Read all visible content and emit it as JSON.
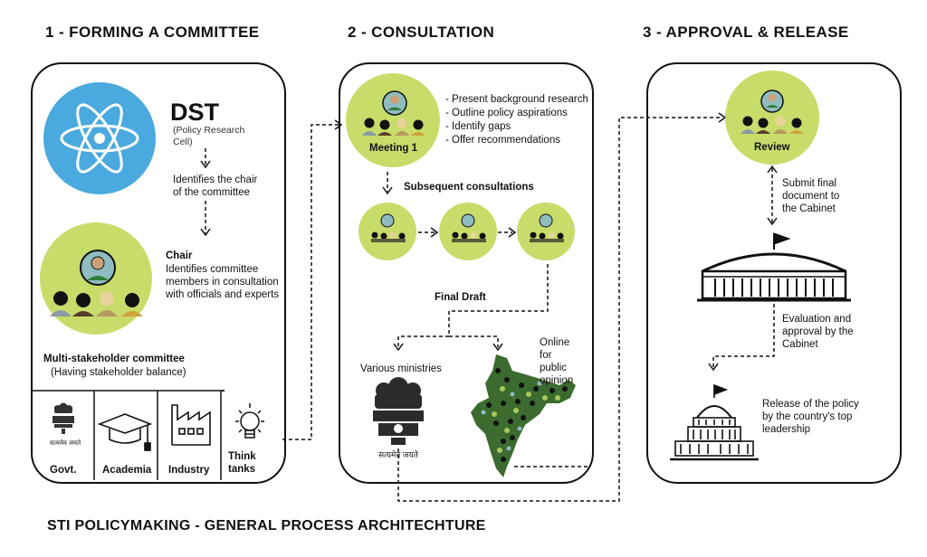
{
  "sections": {
    "s1": "1 - FORMING A COMMITTEE",
    "s2": "2 - CONSULTATION",
    "s3": "3 - APPROVAL & RELEASE"
  },
  "panel1": {
    "dst_title": "DST",
    "dst_sub": "(Policy Research Cell)",
    "identifies_chair": "Identifies the chair of the committee",
    "chair_title": "Chair",
    "chair_desc": "Identifies committee members in consultation with officials and experts",
    "committee_title": "Multi-stakeholder committee",
    "committee_sub": "(Having stakeholder balance)",
    "categories": [
      "Govt.",
      "Academia",
      "Industry",
      "Think tanks"
    ],
    "emblem_motto": "सत्यमेव जयते"
  },
  "panel2": {
    "meeting_label": "Meeting 1",
    "meeting_points": [
      "- Present background research",
      "- Outline policy aspirations",
      "- Identify gaps",
      "- Offer recommendations"
    ],
    "subsequent": "Subsequent consultations",
    "final_draft": "Final Draft",
    "ministries": "Various ministries",
    "online": "Online for public opinion",
    "emblem_motto": "सत्यमेव जयते"
  },
  "panel3": {
    "review_label": "Review",
    "submit": "Submit final document to the Cabinet",
    "evaluation": "Evaluation and approval by the Cabinet",
    "release": "Release of the policy by the country's top leadership"
  },
  "footer": "STI POLICYMAKING - GENERAL PROCESS ARCHITECHTURE",
  "colors": {
    "lime": "#c8dc6a",
    "atom_blue": "#4aa9de",
    "ink": "#111111"
  },
  "icons": [
    "atom-icon",
    "people-group-icon",
    "emblem-icon",
    "graduation-cap-icon",
    "factory-icon",
    "lightbulb-icon",
    "parliament-icon",
    "capitol-dome-icon",
    "india-map-icon"
  ]
}
